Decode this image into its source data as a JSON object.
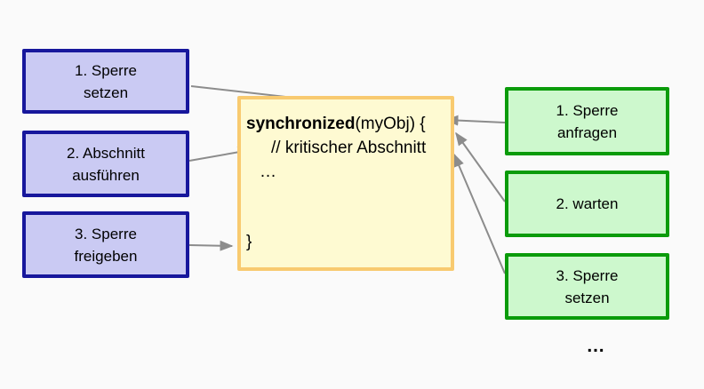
{
  "colors": {
    "background": "#fafafa",
    "blue_box_fill": "#cacaf3",
    "blue_box_border": "#17179c",
    "green_box_fill": "#cdf8cd",
    "green_box_border": "#0a9b0a",
    "yellow_box_fill": "#fefad2",
    "yellow_box_border": "#f8ca70",
    "arrow": "#8c8c8c",
    "text": "#000000"
  },
  "left_steps": [
    {
      "lines": [
        "1. Sperre",
        "setzen"
      ]
    },
    {
      "lines": [
        "2. Abschnitt",
        "ausführen"
      ]
    },
    {
      "lines": [
        "3. Sperre",
        "freigeben"
      ]
    }
  ],
  "right_steps": [
    {
      "lines": [
        "1. Sperre",
        "anfragen"
      ]
    },
    {
      "lines": [
        "2. warten"
      ]
    },
    {
      "lines": [
        "3. Sperre",
        "setzen"
      ]
    }
  ],
  "code_block": {
    "line1_bold": "synchronized",
    "line1_rest": "(myObj) {",
    "line2": "// kritischer Abschnitt",
    "line3": "…",
    "line4": "}"
  },
  "more_ellipsis": "…"
}
